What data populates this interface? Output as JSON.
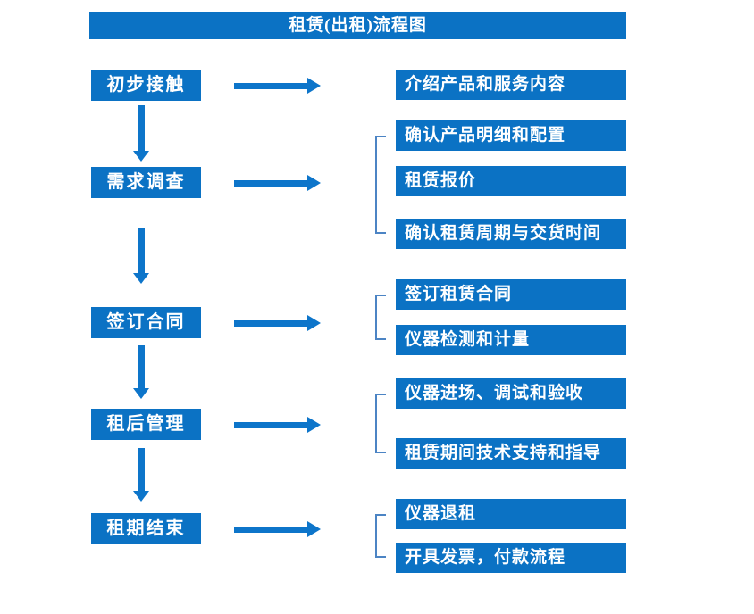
{
  "title": "租赁(出租)流程图",
  "colors": {
    "box_fill": "#0b72c4",
    "arrow": "#0d75ca",
    "bracket": "#4c84c4",
    "text": "#ffffff",
    "background": "#ffffff"
  },
  "stages": [
    {
      "label": "初步接触",
      "details": [
        "介绍产品和服务内容"
      ]
    },
    {
      "label": "需求调查",
      "details": [
        "确认产品明细和配置",
        "租赁报价",
        "确认租赁周期与交货时间"
      ]
    },
    {
      "label": "签订合同",
      "details": [
        "签订租赁合同",
        "仪器检测和计量"
      ]
    },
    {
      "label": "租后管理",
      "details": [
        "仪器进场、调试和验收",
        "租赁期间技术支持和指导"
      ]
    },
    {
      "label": "租期结束",
      "details": [
        "仪器退租",
        "开具发票，付款流程"
      ]
    }
  ]
}
